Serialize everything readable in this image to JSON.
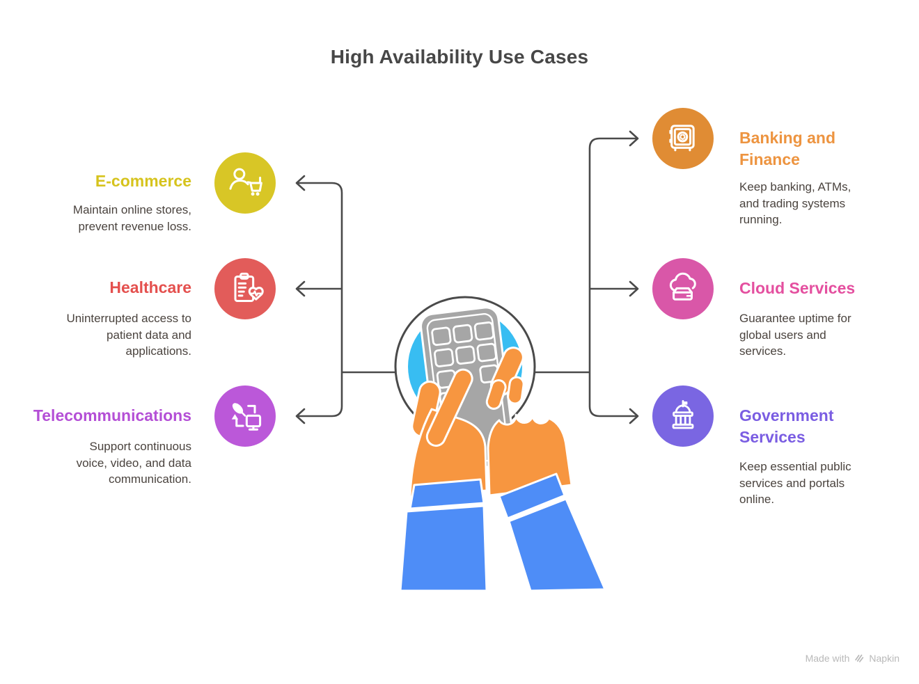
{
  "title": "High Availability Use Cases",
  "colors": {
    "title_text": "#474747",
    "body_text": "#4a433e",
    "connector": "#4a4a4a",
    "center_blue": "#38bdf2",
    "hand_orange": "#f79640",
    "sleeve_blue": "#4e8df7",
    "phone_gray": "#a6a6a6",
    "footer_gray": "#b9b9b9"
  },
  "left_items": [
    {
      "id": "ecommerce",
      "title": "E-commerce",
      "title_color": "#d6c31d",
      "circle_color": "#d8c626",
      "icon": "person-with-shopping-cart",
      "body": "Maintain online stores,\nprevent revenue loss."
    },
    {
      "id": "healthcare",
      "title": "Healthcare",
      "title_color": "#e4504e",
      "circle_color": "#e25c5a",
      "icon": "medical-clipboard-heart",
      "body": "Uninterrupted access to\npatient data and\napplications."
    },
    {
      "id": "telecommunications",
      "title": "Telecommunications",
      "title_color": "#b44fd6",
      "circle_color": "#bb58d9",
      "icon": "satellite-dish-monitor",
      "body": "Support continuous\nvoice, video, and data\ncommunication."
    }
  ],
  "right_items": [
    {
      "id": "banking-finance",
      "title": "Banking and\nFinance",
      "title_color": "#ed9440",
      "circle_color": "#e08c34",
      "icon": "bank-safe",
      "body": "Keep banking, ATMs,\nand trading systems\nrunning."
    },
    {
      "id": "cloud-services",
      "title": "Cloud Services",
      "title_color": "#e44f9f",
      "circle_color": "#d957a8",
      "icon": "cloud-storage",
      "body": "Guarantee uptime for\nglobal users and\nservices."
    },
    {
      "id": "government-services",
      "title": "Government\nServices",
      "title_color": "#7a5de2",
      "circle_color": "#7a66e2",
      "icon": "government-building",
      "body": "Keep essential public\nservices and portals\nonline."
    }
  ],
  "footer": {
    "made_with": "Made with",
    "brand": "Napkin"
  }
}
